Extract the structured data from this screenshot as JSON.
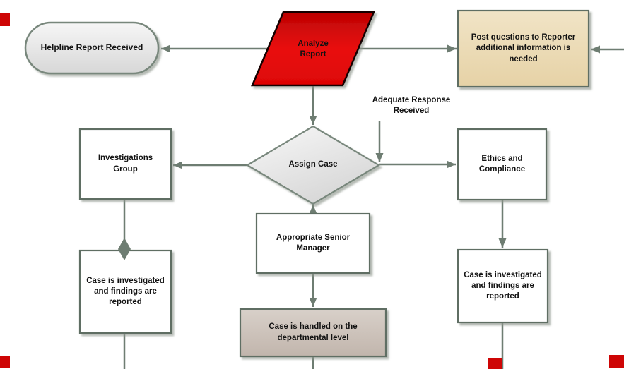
{
  "diagram": {
    "type": "flowchart",
    "background": "#ffffff",
    "connector_color": "#6e7d72",
    "nodes": {
      "helpline": {
        "label": "Helpline Report Received",
        "shape": "terminator",
        "fill": "#e9e9e9",
        "border": "#78877c"
      },
      "analyze": {
        "label": "Analyze\nReport",
        "shape": "parallelogram",
        "fill": "#e00808",
        "border": "#140000"
      },
      "post_questions": {
        "label": "Post questions to Reporter\nadditional information is\nneeded",
        "shape": "rectangle",
        "fill": "#ecdcba",
        "border": "#5e6e64"
      },
      "assign_case": {
        "label": "Assign Case",
        "shape": "decision",
        "fill": "#e8e8e8",
        "border": "#78877c"
      },
      "investigations": {
        "label": "Investigations\nGroup",
        "shape": "rectangle",
        "fill": "#ffffff",
        "border": "#5e6e64"
      },
      "ethics": {
        "label": "Ethics and\nCompliance",
        "shape": "rectangle",
        "fill": "#ffffff",
        "border": "#5e6e64"
      },
      "senior_manager": {
        "label": "Appropriate Senior\nManager",
        "shape": "rectangle",
        "fill": "#ffffff",
        "border": "#5e6e64"
      },
      "case_investigated_left": {
        "label": "Case is investigated\nand findings are\nreported",
        "shape": "rectangle",
        "fill": "#ffffff",
        "border": "#5e6e64"
      },
      "case_investigated_right": {
        "label": "Case is investigated\nand findings are\nreported",
        "shape": "rectangle",
        "fill": "#ffffff",
        "border": "#5e6e64"
      },
      "handled_departmental": {
        "label": "Case is handled on the\ndepartmental level",
        "shape": "rectangle",
        "fill": "#cdc2ba",
        "border": "#5e6e64"
      }
    },
    "edge_labels": {
      "adequate_response": {
        "label": "Adequate Response\nReceived"
      }
    },
    "edges": [
      "Analyze Report -> Helpline Report Received",
      "Analyze Report -> Post questions to Reporter",
      "right page edge -> Post questions to Reporter",
      "Analyze Report -> Assign Case",
      "Adequate Response Received -> Assign Case/Ethics connector",
      "Assign Case -> Investigations Group",
      "Assign Case -> Ethics and Compliance",
      "Appropriate Senior Manager -> Assign Case",
      "Appropriate Senior Manager -> Case is handled on the departmental level",
      "Investigations Group -> Case is investigated (left)",
      "Ethics and Compliance -> Case is investigated (right)",
      "Case is investigated (left) -> bottom page edge",
      "Case is handled on the departmental level -> bottom page edge",
      "Case is investigated (right) -> bottom page edge"
    ],
    "page_markers": {
      "color": "#ce0505",
      "positions": [
        "top-left",
        "bottom-left",
        "bottom-right",
        "bottom-middle"
      ]
    }
  }
}
